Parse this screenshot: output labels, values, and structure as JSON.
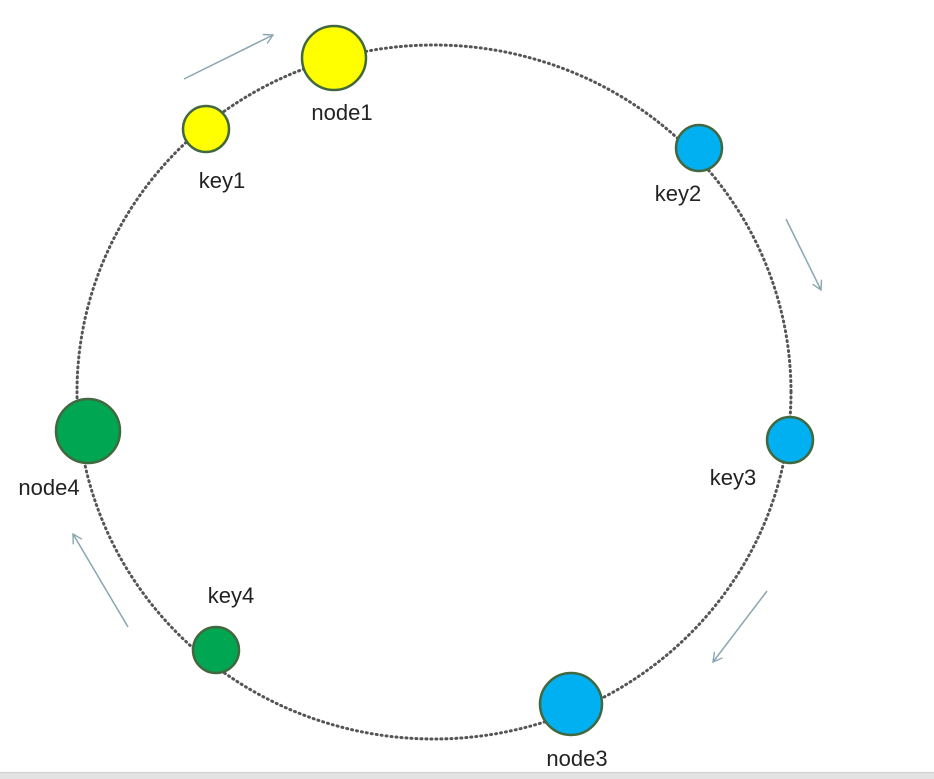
{
  "colors": {
    "ring": "#555555",
    "yellow": "#ffff00",
    "blue": "#00b0f0",
    "green": "#00a651",
    "outline": "#41683f",
    "arrow": "#8aa6b0"
  },
  "points": [
    {
      "label": "node1",
      "color": "yellow",
      "kind": "node"
    },
    {
      "label": "key1",
      "color": "yellow",
      "kind": "key"
    },
    {
      "label": "key2",
      "color": "blue",
      "kind": "key"
    },
    {
      "label": "key3",
      "color": "blue",
      "kind": "key"
    },
    {
      "label": "node3",
      "color": "blue",
      "kind": "node"
    },
    {
      "label": "key4",
      "color": "green",
      "kind": "key"
    },
    {
      "label": "node4",
      "color": "green",
      "kind": "node"
    }
  ]
}
